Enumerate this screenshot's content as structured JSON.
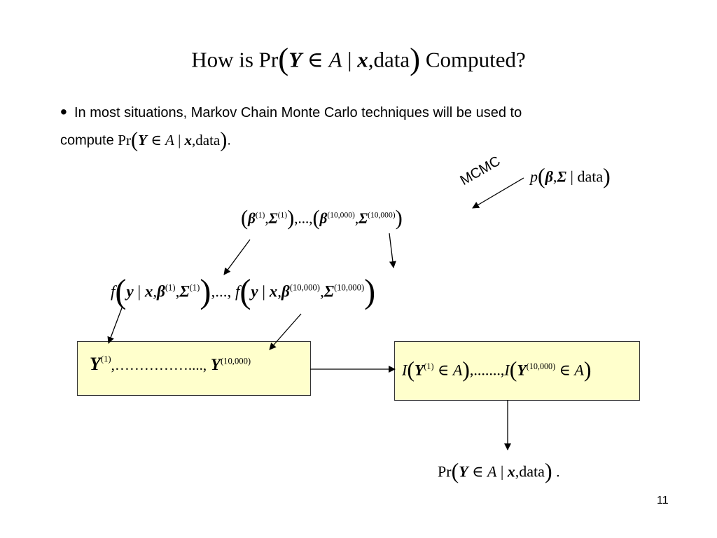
{
  "slide": {
    "title": {
      "lead": "How is Pr",
      "expr_Y": "Y",
      "expr_in": " ∈ ",
      "expr_A": "A",
      "expr_bar": " | ",
      "expr_x": "x",
      "expr_comma": ",",
      "expr_data": "data",
      "trail": "Computed?"
    },
    "bullet": {
      "dot": "•",
      "line1": "In most situations, Markov Chain Monte Carlo techniques will be used to",
      "line2": "compute",
      "inline_pr": "Pr",
      "inline_Y": "Y",
      "inline_in": " ∈ ",
      "inline_A": "A",
      "inline_bar": " | ",
      "inline_x": "x",
      "inline_comma": ",",
      "inline_data": "data",
      "period": "."
    },
    "mcmc_label": "MCMC",
    "posterior": {
      "p": "p",
      "beta": "β",
      "comma": ",",
      "sigma": "Σ",
      "bar": " | ",
      "data": "data"
    },
    "samples": {
      "beta": "β",
      "sigma": "Σ",
      "sup_first": "(1)",
      "sup_last": "(10,000)",
      "comma": ",",
      "ellipsis": ",...,"
    },
    "density_line": {
      "f": "f",
      "y": "y",
      "bar": " | ",
      "x": "x",
      "beta": "β",
      "sigma": "Σ",
      "comma": ",",
      "sup_first": "(1)",
      "sup_last": "(10,000)",
      "ellipsis": ",..., "
    },
    "box_left": {
      "Y": "Y",
      "sup_first": "(1)",
      "dots": ",……………....,",
      "sup_last": "(10,000)"
    },
    "box_right": {
      "I": "I",
      "Y": "Y",
      "sup_first": "(1)",
      "in": " ∈ ",
      "A": "A",
      "dots": ",.......,",
      "sup_last": "(10,000)"
    },
    "result": {
      "pr": "Pr",
      "Y": "Y",
      "in": " ∈ ",
      "A": "A",
      "bar": " | ",
      "x": "x",
      "comma": ",",
      "data": "data",
      "period": "."
    },
    "page_number": "11"
  }
}
